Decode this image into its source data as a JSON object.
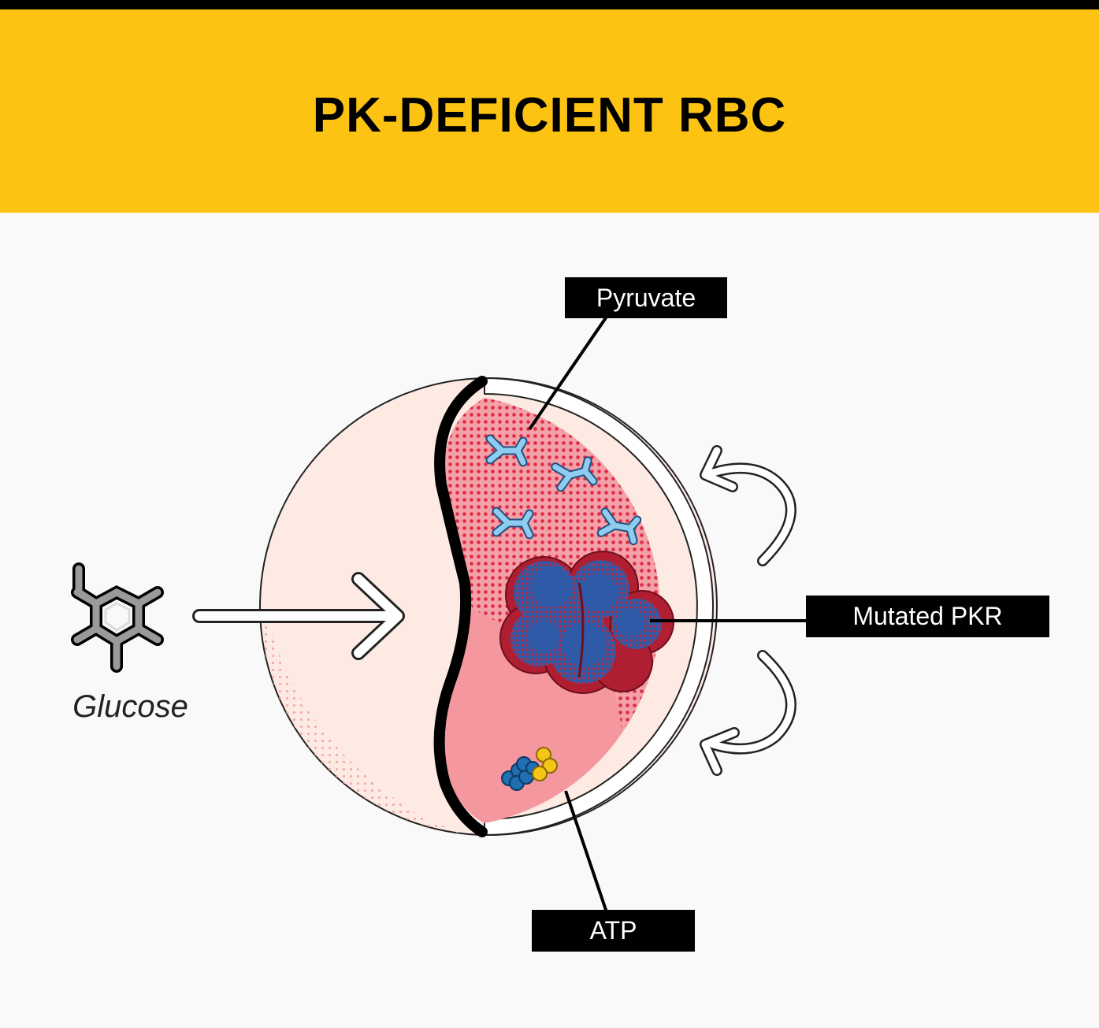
{
  "header": {
    "title": "PK-DEFICIENT RBC",
    "bg_color": "#fdc313"
  },
  "labels": {
    "glucose": "Glucose",
    "pyruvate": "Pyruvate",
    "mutated_pkr": "Mutated PKR",
    "atp": "ATP"
  },
  "colors": {
    "cell_outer": "#fdebe3",
    "cell_inner": "#f4979f",
    "dots": "#e02a44",
    "pkr_blue": "#2e5aa8",
    "pkr_red": "#b01e32",
    "pyruvate_blue": "#8ecdf0",
    "atp_blue": "#1f6fb2",
    "atp_yellow": "#f5c518"
  }
}
